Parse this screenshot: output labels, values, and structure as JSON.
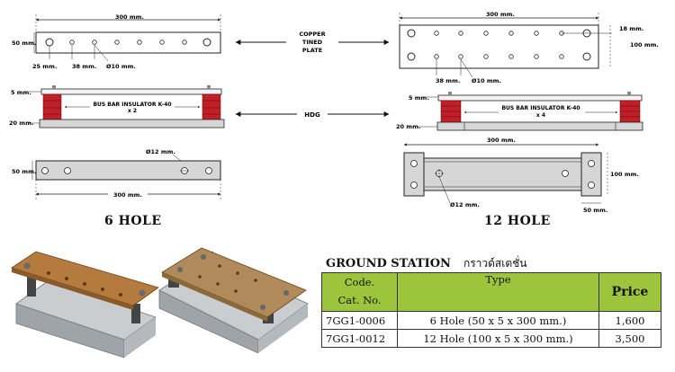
{
  "drawings": {
    "six_hole": {
      "top_width": "300 mm.",
      "top_height": "50 mm.",
      "dim_25": "25 mm.",
      "dim_38": "38 mm.",
      "hole_dia": "Ø10 mm.",
      "side_thickness": "5 mm.",
      "side_base": "20 mm.",
      "insulator_label": "BUS BAR INSULATOR K-40",
      "insulator_count": "x 2",
      "bottom_height": "50 mm.",
      "bottom_width": "300 mm.",
      "bottom_hole_dia": "Ø12 mm.",
      "label": "6 HOLE"
    },
    "twelve_hole": {
      "top_width": "300 mm.",
      "dim_18": "18 mm.",
      "top_height": "100 mm.",
      "dim_38": "38 mm.",
      "hole_dia": "Ø10 mm.",
      "side_thickness": "5 mm.",
      "side_base": "20 mm.",
      "insulator_label": "BUS BAR INSULATOR K-40",
      "insulator_count": "x 4",
      "bottom_width": "300 mm.",
      "bottom_height": "100 mm.",
      "bottom_hole_dia": "Ø12 mm.",
      "dim_50": "50 mm.",
      "label": "12 HOLE"
    },
    "arrow_labels": {
      "copper_line1": "COPPER",
      "copper_line2": "TINED",
      "copper_line3": "PLATE",
      "hdg": "HDG"
    }
  },
  "ground_station": {
    "title": "GROUND STATION",
    "title_thai": "กราวด์สเตชั่น",
    "headers": {
      "code_line1": "Code.",
      "code_line2": "Cat. No.",
      "type": "Type",
      "price": "Price"
    },
    "rows": [
      {
        "code": "7GG1-0006",
        "type": "6 Hole (50 x 5 x 300 mm.)",
        "price": "1,600"
      },
      {
        "code": "7GG1-0012",
        "type": "12 Hole (100 x 5 x 300 mm.)",
        "price": "3,500"
      }
    ]
  },
  "colors": {
    "header_green": "#9cc53d",
    "insulator_red": "#c0202a",
    "plate_gray": "#d6d6d6"
  }
}
